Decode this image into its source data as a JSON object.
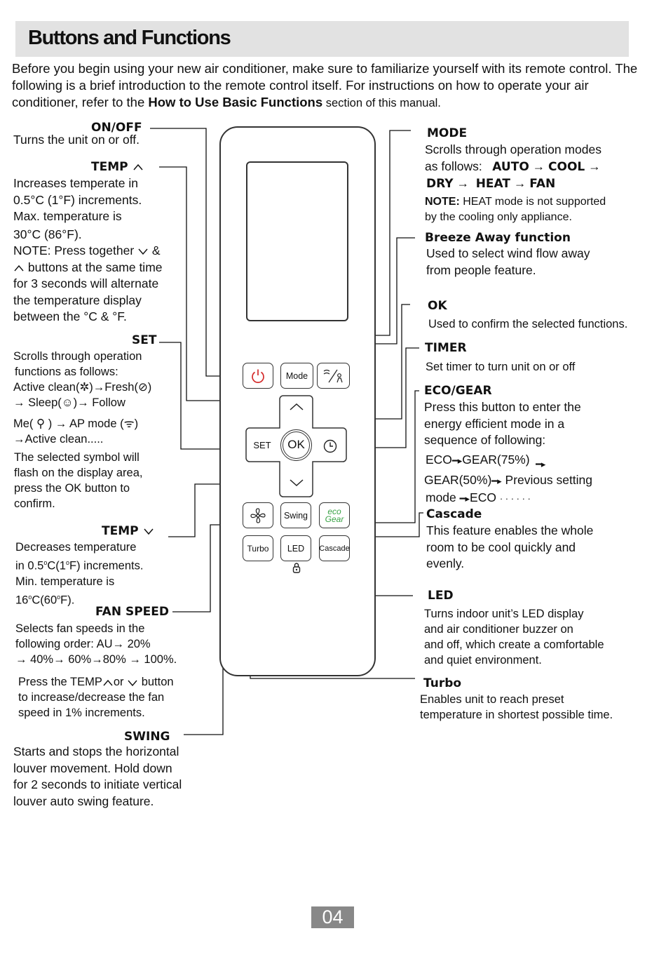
{
  "header": {
    "title": "Buttons and Functions"
  },
  "intro": {
    "text": "Before you begin using your new air conditioner, make sure to familiarize yourself with its remote control. The following is a brief introduction to the remote control itself. For instructions on how to operate your air conditioner, refer to the ",
    "bold": "How to Use Basic Functions",
    "tail": " section of this manual."
  },
  "left": {
    "onoff": {
      "label": "ON/OFF",
      "desc": "Turns the unit on or off."
    },
    "temp_up": {
      "label": "TEMP",
      "lines": [
        "Increases temperate in",
        "0.5°C (1°F) increments.",
        "Max. temperature is",
        "30°C (86°F).",
        "NOTE: Press together",
        "buttons at the same time",
        "for 3 seconds will alternate",
        "the temperature display",
        "between the °C &  °F."
      ],
      "amp": "&"
    },
    "set": {
      "label": "SET",
      "l1": "Scrolls through operation",
      "l2": "functions as follows:",
      "l3a": "Active clean(",
      "l3b": ")→Fresh(",
      "l3c": ")",
      "l4a": "→ Sleep(",
      "l4b": ")→ Follow",
      "l5a": "Me(",
      "l5b": ") → AP mode (",
      "l5c": ")",
      "l6": "→Active clean.....",
      "l7": "The selected symbol will",
      "l8": "flash on the display area,",
      "l9": "press the OK button to",
      "l10": "confirm."
    },
    "temp_down": {
      "label": "TEMP",
      "l1": "Decreases temperature",
      "l2a": "in 0.5",
      "l2b": "C(1",
      "l2c": "F) increments.",
      "l3": "Min. temperature is",
      "l4a": "16",
      "l4b": "C(60",
      "l4c": "F).",
      "sup": "o"
    },
    "fan": {
      "label": "FAN SPEED",
      "l1": "Selects fan speeds in the",
      "l2a": "following order: ",
      "l2b": "AU→ 20%",
      "l3": "→ 40%→ 60%→80% → 100%.",
      "p1a": "Press the TEMP",
      "p1b": "or",
      "p1c": "button",
      "p2": "to increase/decrease the fan",
      "p3": "speed in 1% increments."
    },
    "swing": {
      "label": "SWING",
      "lines": [
        "Starts and stops the horizontal",
        "louver movement. Hold down",
        "for 2 seconds to initiate vertical",
        "louver auto swing feature."
      ]
    }
  },
  "right": {
    "mode": {
      "label": "MODE",
      "l1": "Scrolls through operation modes",
      "l2a": "as follows:",
      "seq1": [
        "AUTO",
        "COOL"
      ],
      "seq2": [
        "DRY",
        "HEAT",
        "FAN"
      ],
      "arrow": "→",
      "note_label": "NOTE:",
      "note": "HEAT mode is not supported",
      "note2": "by the cooling only appliance."
    },
    "breeze": {
      "label": "Breeze Away function",
      "lines": [
        "Used to select wind flow away",
        "from people feature."
      ]
    },
    "ok": {
      "label": "OK",
      "desc": "Used to confirm the selected functions."
    },
    "timer": {
      "label": "TIMER",
      "desc": "Set timer to turn unit on or off"
    },
    "eco": {
      "label": "ECO/GEAR",
      "lines": [
        "Press this button to enter the",
        "energy efficient mode in a",
        "sequence of following:"
      ],
      "s1a": "ECO",
      "s1b": "GEAR(75%)",
      "s2a": "GEAR(50%)",
      "s2b": "Previous setting",
      "s3a": "mode",
      "s3b": "ECO",
      "s3c": "· · · · · ·"
    },
    "cascade": {
      "label": "Cascade",
      "lines": [
        "This feature enables the whole",
        "room to be cool quickly and",
        "evenly."
      ]
    },
    "led": {
      "label": "LED",
      "lines": [
        "Turns indoor unit’s LED display",
        "and air conditioner buzzer on",
        "and off, which create a comfortable",
        "and quiet environment."
      ]
    },
    "turbo": {
      "label": "Turbo",
      "lines": [
        "Enables unit to reach preset",
        "temperature in shortest possible time."
      ]
    }
  },
  "remote": {
    "mode_btn": "Mode",
    "set_btn": "SET",
    "ok_btn": "OK",
    "swing_btn": "Swing",
    "eco_top": "eco",
    "eco_bottom": "Gear",
    "turbo_btn": "Turbo",
    "led_btn": "LED",
    "cascade_btn": "Cascade"
  },
  "page_number": "04"
}
